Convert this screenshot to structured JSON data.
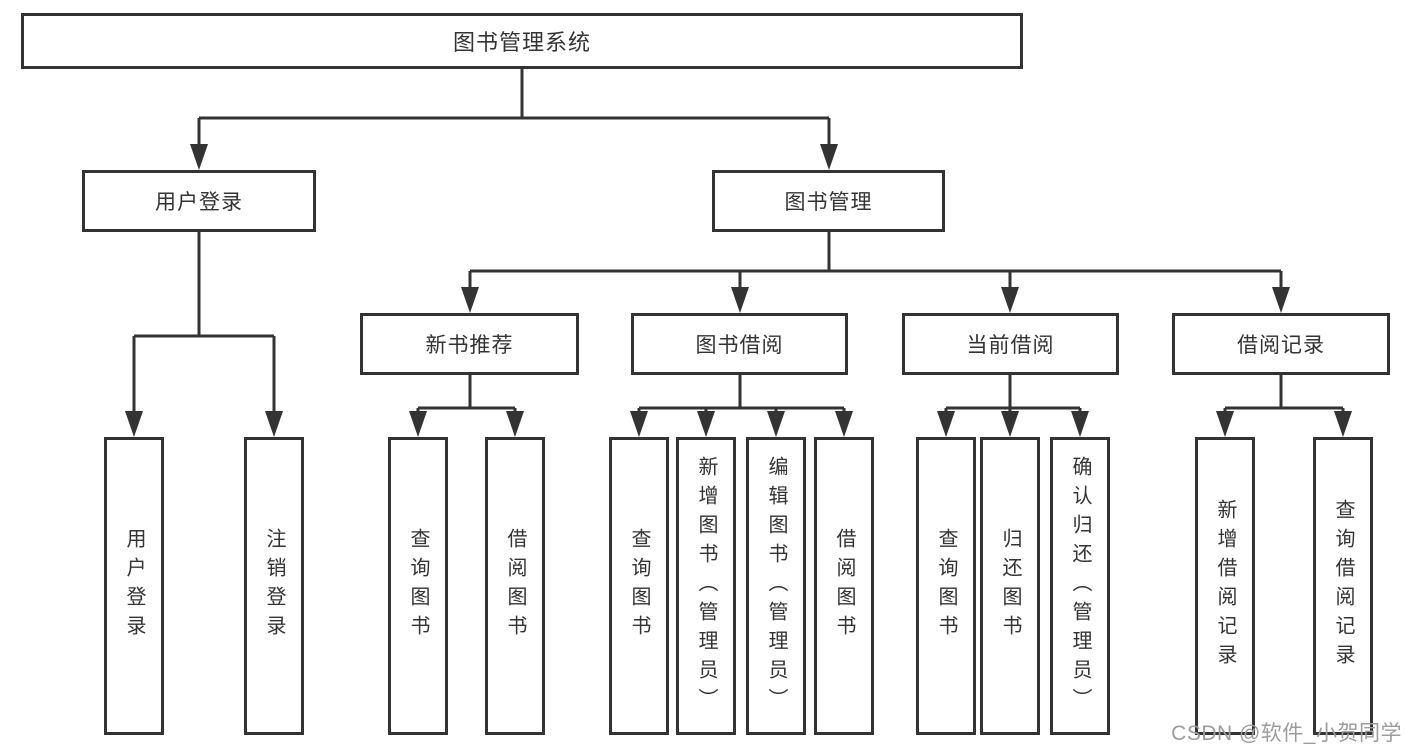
{
  "diagram": {
    "root": {
      "label": "图书管理系统"
    },
    "level2": [
      {
        "label": "用户登录"
      },
      {
        "label": "图书管理"
      }
    ],
    "level3": [
      {
        "label": "新书推荐"
      },
      {
        "label": "图书借阅"
      },
      {
        "label": "当前借阅"
      },
      {
        "label": "借阅记录"
      }
    ],
    "leaves": {
      "user_login": [
        "用户登录",
        "注销登录"
      ],
      "new_book": [
        "查询图书",
        "借阅图书"
      ],
      "book_borrow": [
        "查询图书",
        "新增图书（管理员）",
        "编辑图书（管理员）",
        "借阅图书"
      ],
      "current_borrow": [
        "查询图书",
        "归还图书",
        "确认归还（管理员）"
      ],
      "borrow_record": [
        "新增借阅记录",
        "查询借阅记录"
      ]
    }
  },
  "watermark": "CSDN @软件_小贺同学",
  "colors": {
    "line": "#333333",
    "box_border": "#333333",
    "box_fill": "#ffffff",
    "text": "#333333",
    "watermark": "#9c9c9c",
    "background": "#ffffff"
  }
}
